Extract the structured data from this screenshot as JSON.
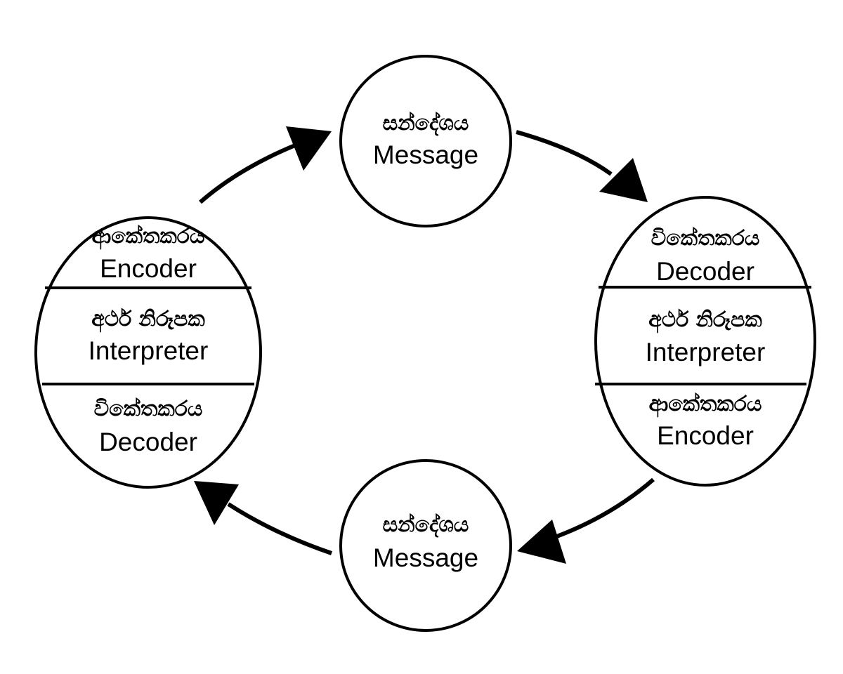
{
  "diagram": {
    "message_top": {
      "sinhala": "සන්දේශය",
      "english": "Message"
    },
    "message_bottom": {
      "sinhala": "සන්දේශය",
      "english": "Message"
    },
    "left_node": {
      "encoder": {
        "sinhala": "ආකේතකරය",
        "english": "Encoder"
      },
      "interpreter": {
        "sinhala": "අර්ථ නිරූපක",
        "english": "Interpreter"
      },
      "decoder": {
        "sinhala": "විකේතකරය",
        "english": "Decoder"
      }
    },
    "right_node": {
      "decoder": {
        "sinhala": "විකේතකරය",
        "english": "Decoder"
      },
      "interpreter": {
        "sinhala": "අර්ථ නිරූපක",
        "english": "Interpreter"
      },
      "encoder": {
        "sinhala": "ආකේතකරය",
        "english": "Encoder"
      }
    },
    "line_color": "#000000",
    "fill_color": "#ffffff"
  }
}
